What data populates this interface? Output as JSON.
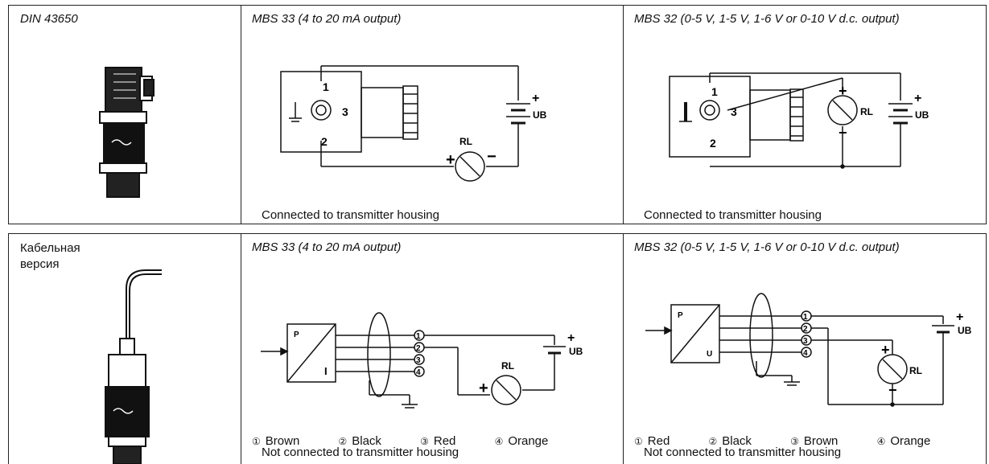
{
  "top": {
    "product_header": "DIN 43650",
    "mbs33_header": "MBS 33 (4 to 20 mA output)",
    "mbs32_header": "MBS 32 (0-5 V, 1-5 V, 1-6 V or 0-10 V d.c. output)",
    "mbs33_caption": "Connected to transmitter housing",
    "mbs32_caption": "Connected to transmitter housing"
  },
  "bottom": {
    "product_header_line1": "Кабельная",
    "product_header_line2": "версия",
    "mbs33_header": "MBS 33 (4 to 20 mA output)",
    "mbs32_header": "MBS 32 (0-5 V, 1-5 V, 1-6 V or 0-10 V d.c. output)",
    "mbs33_legend": {
      "w1_num": "①",
      "w1": "Brown",
      "w2_num": "②",
      "w2": "Black",
      "w3_num": "③",
      "w3": "Red",
      "w4_num": "④",
      "w4": "Orange",
      "note": "Not connected to transmitter housing"
    },
    "mbs32_legend": {
      "w1_num": "①",
      "w1": "Red",
      "w2_num": "②",
      "w2": "Black",
      "w3_num": "③",
      "w3": "Brown",
      "w4_num": "④",
      "w4": "Orange",
      "note": "Not connected to transmitter housing"
    }
  },
  "labels": {
    "supply": "UB",
    "load": "RL",
    "pin1": "1",
    "pin2": "2",
    "pin3": "3",
    "plus": "+",
    "minus": "−",
    "block_p": "P",
    "block_i": "I",
    "block_u": "U",
    "t1": "1",
    "t2": "2",
    "t3": "3",
    "t4": "4"
  }
}
